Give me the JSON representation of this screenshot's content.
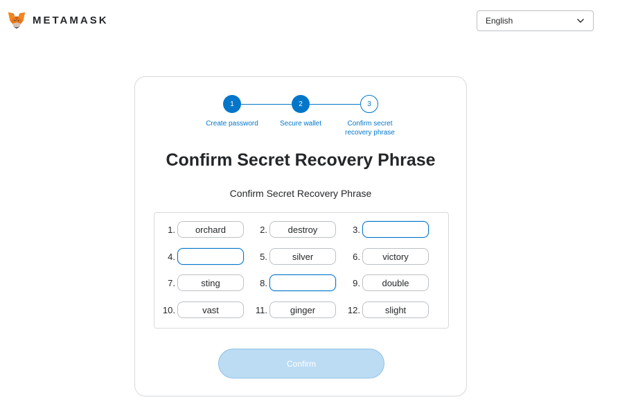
{
  "brand": {
    "name": "METAMASK"
  },
  "language": {
    "selected": "English"
  },
  "stepper": {
    "steps": [
      {
        "number": "1",
        "label": "Create password",
        "state": "done"
      },
      {
        "number": "2",
        "label": "Secure wallet",
        "state": "done"
      },
      {
        "number": "3",
        "label": "Confirm secret recovery phrase",
        "state": "current"
      }
    ]
  },
  "page": {
    "title": "Confirm Secret Recovery Phrase",
    "subtitle": "Confirm Secret Recovery Phrase"
  },
  "words": [
    {
      "num": "1.",
      "value": "orchard",
      "input": false
    },
    {
      "num": "2.",
      "value": "destroy",
      "input": false
    },
    {
      "num": "3.",
      "value": "",
      "input": true
    },
    {
      "num": "4.",
      "value": "",
      "input": true
    },
    {
      "num": "5.",
      "value": "silver",
      "input": false
    },
    {
      "num": "6.",
      "value": "victory",
      "input": false
    },
    {
      "num": "7.",
      "value": "sting",
      "input": false
    },
    {
      "num": "8.",
      "value": "",
      "input": true
    },
    {
      "num": "9.",
      "value": "double",
      "input": false
    },
    {
      "num": "10.",
      "value": "vast",
      "input": false
    },
    {
      "num": "11.",
      "value": "ginger",
      "input": false
    },
    {
      "num": "12.",
      "value": "slight",
      "input": false
    }
  ],
  "actions": {
    "confirm_label": "Confirm"
  },
  "colors": {
    "accent": "#0376c9",
    "button_disabled": "#bcdcf3"
  }
}
